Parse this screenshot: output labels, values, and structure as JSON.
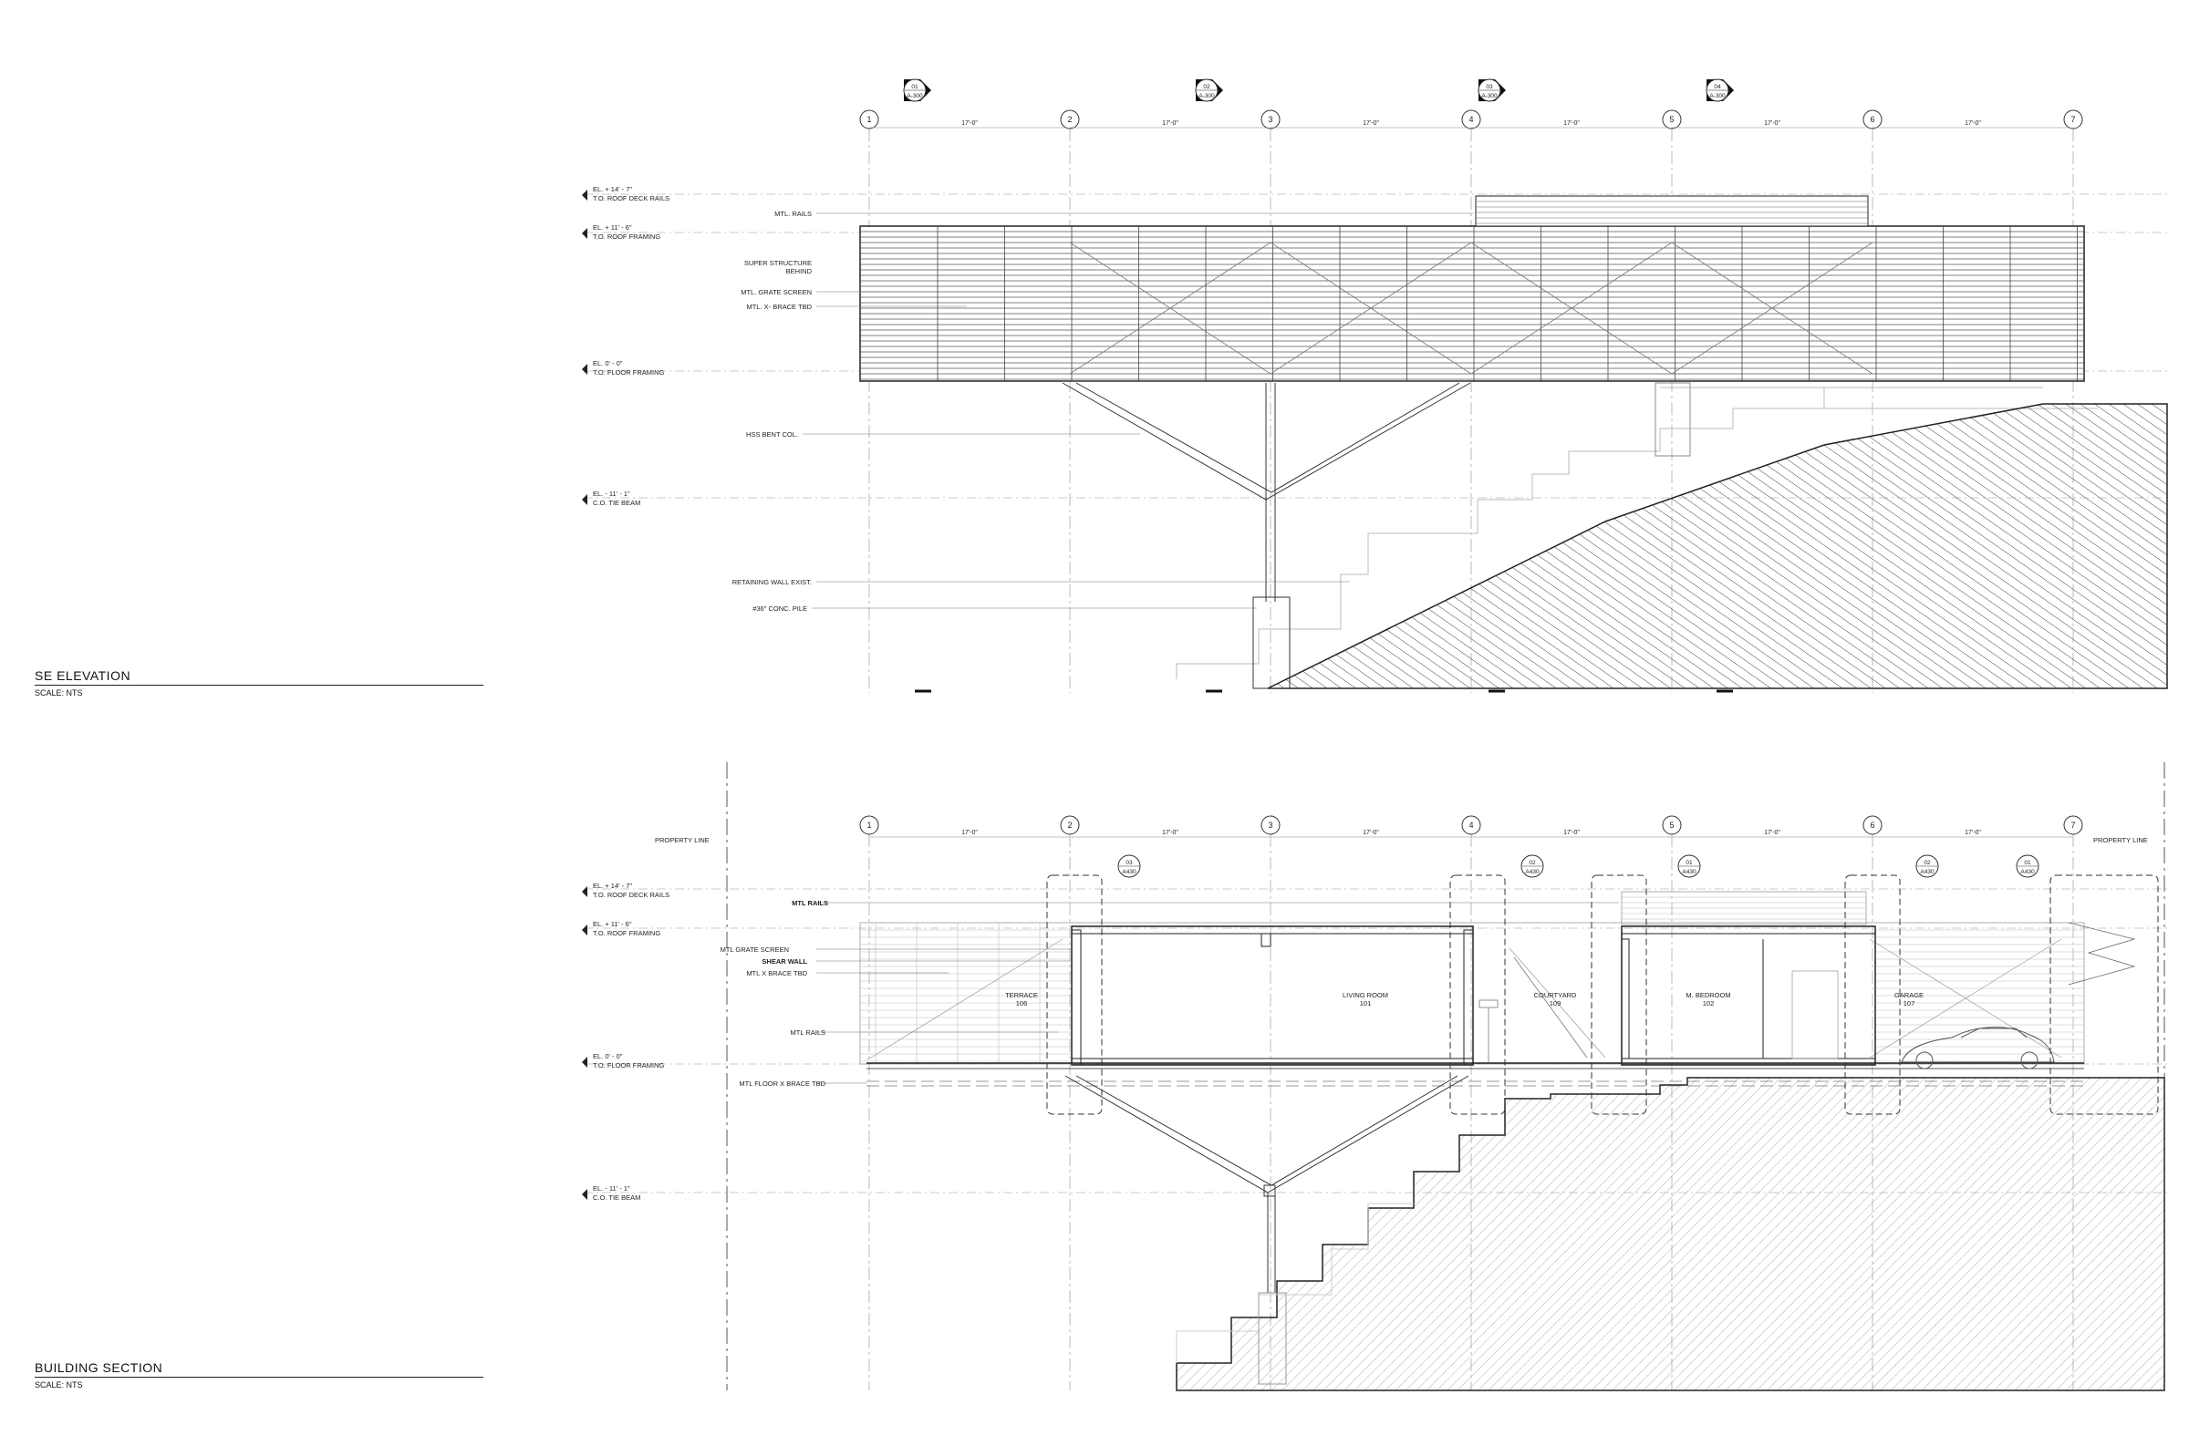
{
  "colors": {
    "line": "#222222",
    "light": "#9a9a9a",
    "faint": "#c8c8c8",
    "hatch": "#444444"
  },
  "grid": {
    "labels": [
      "1",
      "2",
      "3",
      "4",
      "5",
      "6",
      "7"
    ],
    "bay_dimension": "17'-0\""
  },
  "levels": {
    "roof_deck_rails": {
      "elev": "EL. + 14' - 7\"",
      "name": "T.O. ROOF DECK RAILS"
    },
    "roof_framing": {
      "elev": "EL. + 11' - 6\"",
      "name": "T.O. ROOF FRAMING"
    },
    "floor_framing": {
      "elev": "EL. 0' - 0\"",
      "name": "T.O. FLOOR FRAMING"
    },
    "tie_beam": {
      "elev": "EL. - 11' - 1\"",
      "name": "C.O. TIE BEAM"
    }
  },
  "elevation": {
    "title": "SE ELEVATION",
    "scale": "SCALE: NTS",
    "section_markers": [
      {
        "num": "01",
        "sheet": "A-300"
      },
      {
        "num": "02",
        "sheet": "A-300"
      },
      {
        "num": "03",
        "sheet": "A-300"
      },
      {
        "num": "04",
        "sheet": "A-300"
      }
    ],
    "notes": {
      "mtl_rails": "MTL. RAILS",
      "super_structure_1": "SUPER STRUCTURE",
      "super_structure_2": "BEHIND",
      "grate_screen": "MTL. GRATE SCREEN",
      "x_brace": "MTL. X- BRACE TBD",
      "bent_col": "HSS BENT COL.",
      "retaining_wall": "RETAINING WALL EXIST.",
      "conc_pile": "#36\" CONC. PILE"
    }
  },
  "section": {
    "title": "BUILDING SECTION",
    "scale": "SCALE: NTS",
    "property_line": "PROPERTY LINE",
    "notes": {
      "mtl_rails_top": "MTL RAILS",
      "grate_screen": "MTL GRATE SCREEN",
      "shear_wall": "SHEAR WALL",
      "x_brace": "MTL X BRACE TBD",
      "mtl_rails": "MTL RAILS",
      "floor_x_brace": "MTL FLOOR X BRACE TBD"
    },
    "rooms": [
      {
        "name": "TERRACE",
        "num": "106"
      },
      {
        "name": "LIVING ROOM",
        "num": "101"
      },
      {
        "name": "COURTYARD",
        "num": "109"
      },
      {
        "name": "M. BEDROOM",
        "num": "102"
      },
      {
        "name": "GARAGE",
        "num": "107"
      }
    ],
    "detail_tags": [
      {
        "num": "03",
        "sheet": "A430"
      },
      {
        "num": "02",
        "sheet": "A430"
      },
      {
        "num": "01",
        "sheet": "A430"
      },
      {
        "num": "02",
        "sheet": "A430"
      },
      {
        "num": "01",
        "sheet": "A430"
      }
    ]
  }
}
